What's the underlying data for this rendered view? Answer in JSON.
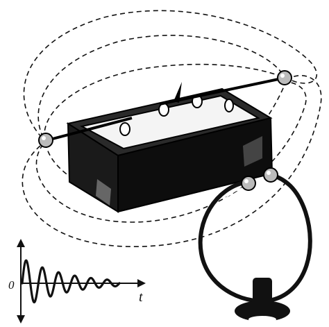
{
  "figure": {
    "graph": {
      "origin_label": "0",
      "axis_label": "t",
      "waveform": "damped-oscillation"
    }
  }
}
